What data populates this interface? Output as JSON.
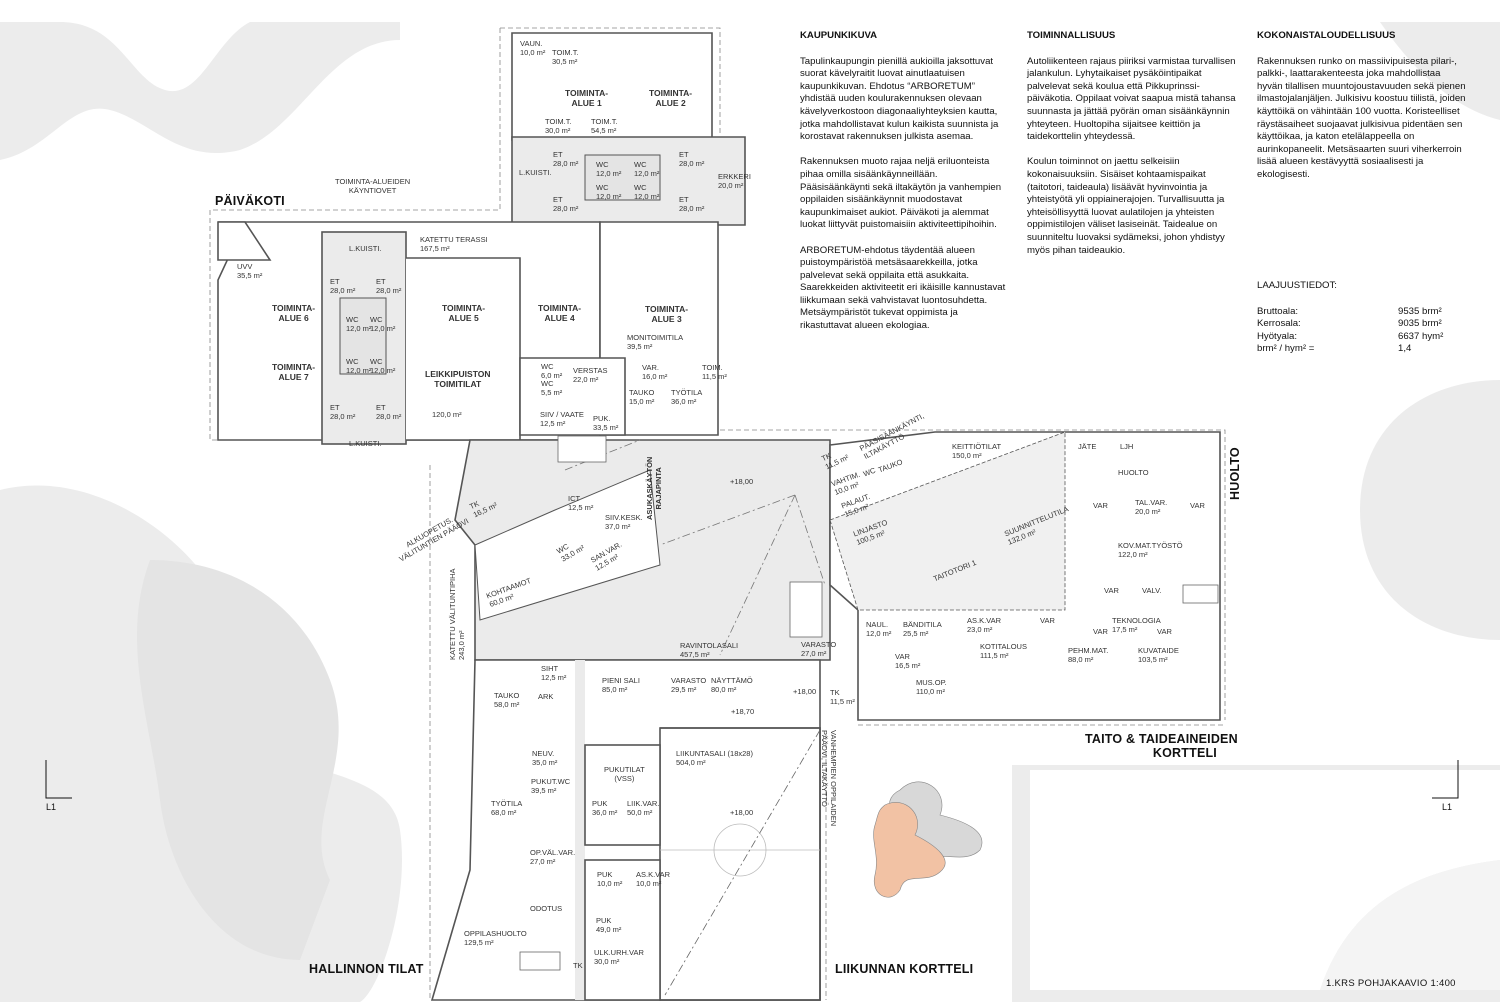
{
  "texts": {
    "kaupunkikuva": {
      "title": "KAUPUNKIKUVA",
      "p1": "Tapulinkaupungin pienillä aukioilla jaksottuvat suorat kävelyraitit luovat ainutlaatuisen kaupunkikuvan. Ehdotus “ARBORETUM” yhdistää uuden koulurakennuksen olevaan kävelyverkostoon diagonaaliyhteyksien kautta, jotka mahdollistavat kulun kaikista suunnista ja korostavat rakennuksen julkista asemaa.",
      "p2": "Rakennuksen muoto rajaa neljä eriluonteista pihaa omilla sisäänkäynneillään. Pääsisäänkäynti sekä iltakäytön ja vanhempien oppilaiden sisäänkäynnit muodostavat kaupunkimaiset aukiot. Päiväkoti ja alemmat luokat liittyvät puistomaisiin aktiviteettipihoihin.",
      "p3": "ARBORETUM-ehdotus täydentää alueen puistoympäristöä metsäsaarekkeilla, jotka palvelevat sekä oppilaita että asukkaita. Saarekkeiden aktiviteetit eri ikäisille kannustavat liikkumaan sekä vahvistavat luontosuhdetta. Metsäympäristöt tukevat oppimista ja rikastuttavat alueen ekologiaa."
    },
    "toiminnallisuus": {
      "title": "TOIMINNALLISUUS",
      "p1": "Autoliikenteen rajaus piiriksi varmistaa turvallisen jalankulun. Lyhytaikaiset pysäköintipaikat palvelevat sekä koulua että Pikkuprinssi-päiväkotia. Oppilaat voivat saapua mistä tahansa suunnasta ja jättää pyörän oman sisäänkäynnin yhteyteen. Huoltopiha sijaitsee keittiön ja taidekorttelin yhteydessä.",
      "p2": "Koulun toiminnot on jaettu selkeisiin kokonaisuuksiin. Sisäiset kohtaamispaikat (taitotori, taideaula) lisäävät hyvinvointia ja yhteistyötä yli oppiainerajojen. Turvallisuutta ja yhteisöllisyyttä luovat aulatilojen ja yhteisten oppimistilojen väliset lasiseinät. Taidealue on suunniteltu luovaksi sydämeksi, johon yhdistyy myös pihan taideaukio."
    },
    "kokonaistaloudellisuus": {
      "title": "KOKONAISTALOUDELLISUUS",
      "p1": "Rakennuksen runko on massiivipuisesta pilari-, palkki-, laattarakenteesta joka mahdollistaa hyvän tilallisen muuntojoustavuuden sekä pienen ilmastojalanjäljen. Julkisivu koostuu tiilistä, joiden käyttöikä on vähintään 100 vuotta. Koristeelliset räystäsaiheet suojaavat julkisivua pidentäen sen käyttöikaa, ja katon etelälappeella on aurinkopaneelit. Metsäsaarten suuri viherkerroin lisää alueen kestävyyttä sosiaalisesti ja ekologisesti."
    },
    "laajuus": {
      "title": "LAAJUUSTIEDOT:",
      "bruttoala_k": "Bruttoala:",
      "bruttoala_v": "9535 brm²",
      "kerrosala_k": "Kerrosala:",
      "kerrosala_v": "9035 brm²",
      "hyotyala_k": "Hyötyala:",
      "hyotyala_v": "6637 hym²",
      "suhde_k": "brm² / hym² =",
      "suhde_v": "1,4"
    }
  },
  "wings": {
    "paivakoti": "PÄIVÄKOTI",
    "huolto": "HUOLTO",
    "taito1": "TAITO & TAIDEAINEIDEN",
    "taito2": "KORTTELI",
    "hallinto": "HALLINNON TILAT",
    "liikunta": "LIIKUNNAN KORTTELI"
  },
  "notes": {
    "kayntiovet1": "TOIMINTA-ALUEIDEN",
    "kayntiovet2": "KÄYNTIOVET",
    "alkuopetus1": "ALKUOPETUS.",
    "alkuopetus2": "VÄLITUNTIEN PÄÄOVI",
    "paasisaankaynti1": "PÄÄSISÄÄNKÄYNTI,",
    "paasisaankaynti2": "ILTAKÄYTTÖ",
    "asukas1": "ASUKASKÄYTÖN",
    "asukas2": "RAJAPINTA",
    "vanhempien1": "VANHEMPIEN OPPILAIDEN",
    "vanhempien2": "PÄÄOVI, ILTAKÄYTTÖ",
    "lvl1": "+18,00",
    "lvl2": "+18,00",
    "lvl3": "+18,70",
    "lvl4": "+18,00",
    "caption": "1.KRS  POHJAKAAVIO  1:400",
    "section_left": "L1",
    "section_right": "L1"
  },
  "rooms": {
    "vaun": {
      "n": "VAUN.",
      "a": "10,0 m²"
    },
    "toimt1": {
      "n": "TOIM.T.",
      "a": "30,5 m²"
    },
    "alue1": {
      "n": "TOIMINTA-",
      "a": "ALUE 1"
    },
    "alue2": {
      "n": "TOIMINTA-",
      "a": "ALUE 2"
    },
    "toimt2": {
      "n": "TOIM.T.",
      "a": "30,0 m²"
    },
    "toimt3": {
      "n": "TOIM.T.",
      "a": "54,5 m²"
    },
    "et_t1": {
      "n": "ET",
      "a": "28,0 m²"
    },
    "et_t2": {
      "n": "ET",
      "a": "28,0 m²"
    },
    "et_t3": {
      "n": "ET",
      "a": "28,0 m²"
    },
    "et_t4": {
      "n": "ET",
      "a": "28,0 m²"
    },
    "wc_t1": {
      "n": "WC",
      "a": "12,0 m²"
    },
    "wc_t2": {
      "n": "WC",
      "a": "12,0 m²"
    },
    "wc_t3": {
      "n": "WC",
      "a": "12,0 m²"
    },
    "wc_t4": {
      "n": "WC",
      "a": "12,0 m²"
    },
    "lkuisti_t": {
      "n": "L.KUISTI.",
      "a": ""
    },
    "erkkeri": {
      "n": "ERKKERI",
      "a": "20,0 m²"
    },
    "terassi": {
      "n": "KATETTU TERASSI",
      "a": "167,5 m²"
    },
    "lkuisti_1": {
      "n": "L.KUISTI.",
      "a": ""
    },
    "lkuisti_2": {
      "n": "L.KUISTI.",
      "a": ""
    },
    "uvv": {
      "n": "UVV",
      "a": "35,5 m²"
    },
    "et_l1": {
      "n": "ET",
      "a": "28,0 m²"
    },
    "et_l2": {
      "n": "ET",
      "a": "28,0 m²"
    },
    "et_l3": {
      "n": "ET",
      "a": "28,0 m²"
    },
    "et_l4": {
      "n": "ET",
      "a": "28,0 m²"
    },
    "wc_l1": {
      "n": "WC",
      "a": "12,0 m²"
    },
    "wc_l2": {
      "n": "WC",
      "a": "12,0 m²"
    },
    "wc_l3": {
      "n": "WC",
      "a": "12,0 m²"
    },
    "wc_l4": {
      "n": "WC",
      "a": "12,0 m²"
    },
    "alue6": {
      "n": "TOIMINTA-",
      "a": "ALUE 6"
    },
    "alue7": {
      "n": "TOIMINTA-",
      "a": "ALUE 7"
    },
    "alue5": {
      "n": "TOIMINTA-",
      "a": "ALUE 5"
    },
    "alue4": {
      "n": "TOIMINTA-",
      "a": "ALUE 4"
    },
    "alue3": {
      "n": "TOIMINTA-",
      "a": "ALUE 3"
    },
    "leikkipuisto": {
      "n": "LEIKKIPUISTON",
      "a": "TOIMITILAT"
    },
    "leikkipuisto_a": {
      "n": "120,0 m²",
      "a": ""
    },
    "monitoimi": {
      "n": "MONITOIMITILA",
      "a": "39,5 m²"
    },
    "wc_6": {
      "n": "WC",
      "a": "6,0 m²"
    },
    "wc_55": {
      "n": "WC",
      "a": "5,5 m²"
    },
    "verstas": {
      "n": "VERSTAS",
      "a": "22,0 m²"
    },
    "var16": {
      "n": "VAR.",
      "a": "16,0 m²"
    },
    "toim115": {
      "n": "TOIM.",
      "a": "11,5 m²"
    },
    "tauko15": {
      "n": "TAUKO",
      "a": "15,0 m²"
    },
    "tyotila36": {
      "n": "TYÖTILA",
      "a": "36,0 m²"
    },
    "siiv": {
      "n": "SIIV / VAATE",
      "a": "12,5 m²"
    },
    "puk335": {
      "n": "PUK.",
      "a": "33,5 m²"
    },
    "tk165": {
      "n": "TK",
      "a": "16,5 m²"
    },
    "ict": {
      "n": "ICT",
      "a": "12,5 m²"
    },
    "siivkesk": {
      "n": "SIIV.KESK.",
      "a": "37,0 m²"
    },
    "wc33": {
      "n": "WC",
      "a": "33,0 m²"
    },
    "sanvar": {
      "n": "SAN.VAR.",
      "a": "12,5 m²"
    },
    "kohtaamot": {
      "n": "KOHTAAMOT",
      "a": "60,0 m²"
    },
    "valituntipiha": {
      "n": "KATETTU VÄLITUNTIPIHA",
      "a": "243,0 m²"
    },
    "ravintolasali": {
      "n": "RAVINTOLASALI",
      "a": "457,5 m²"
    },
    "varasto27": {
      "n": "VARASTO",
      "a": "27,0 m²"
    },
    "tk115a": {
      "n": "TK",
      "a": "11,5 m²"
    },
    "keittio": {
      "n": "KEITTIÖTILAT",
      "a": "150,0 m²"
    },
    "jate": {
      "n": "JÄTE",
      "a": ""
    },
    "ljh": {
      "n": "LJH",
      "a": ""
    },
    "huolto_r": {
      "n": "HUOLTO",
      "a": ""
    },
    "vahtim": {
      "n": "VAHTIM.",
      "a": "10,0 m²"
    },
    "wc_k": {
      "n": "WC",
      "a": ""
    },
    "tauko_k": {
      "n": "TAUKO",
      "a": ""
    },
    "palaut": {
      "n": "PALAUT.",
      "a": "15,0 m²"
    },
    "linjasto": {
      "n": "LINJASTO",
      "a": "100,5 m²"
    },
    "suunnittelu": {
      "n": "SUUNNITTELUTILA",
      "a": "132,0 m²"
    },
    "taitotori": {
      "n": "TAITOTORI 1",
      "a": ""
    },
    "var_h1": {
      "n": "VAR",
      "a": ""
    },
    "talvar": {
      "n": "TAL.VAR.",
      "a": "20,0 m²"
    },
    "var_h2": {
      "n": "VAR",
      "a": ""
    },
    "kovmat": {
      "n": "KOV.MAT.TYÖSTÖ",
      "a": "122,0 m²"
    },
    "var_h3": {
      "n": "VAR",
      "a": ""
    },
    "valv": {
      "n": "VALV.",
      "a": ""
    },
    "naul": {
      "n": "NAUL.",
      "a": "12,0 m²"
    },
    "banditila": {
      "n": "BÄNDITILA",
      "a": "25,5 m²"
    },
    "askvar23": {
      "n": "AS.K.VAR",
      "a": "23,0 m²"
    },
    "var_t1": {
      "n": "VAR",
      "a": ""
    },
    "var_t2": {
      "n": "VAR",
      "a": ""
    },
    "teknologia": {
      "n": "TEKNOLOGIA",
      "a": "17,5 m²"
    },
    "var_t3": {
      "n": "VAR",
      "a": ""
    },
    "kotitalous": {
      "n": "KOTITALOUS",
      "a": "111,5 m²"
    },
    "pehmmat": {
      "n": "PEHM.MAT.",
      "a": "88,0 m²"
    },
    "kuvataide": {
      "n": "KUVATAIDE",
      "a": "103,5 m²"
    },
    "var165": {
      "n": "VAR",
      "a": "16,5 m²"
    },
    "musop": {
      "n": "MUS.OP.",
      "a": "110,0 m²"
    },
    "tk115b": {
      "n": "TK",
      "a": "11,5 m²"
    },
    "siht": {
      "n": "SIHT",
      "a": "12,5 m²"
    },
    "ark": {
      "n": "ARK",
      "a": ""
    },
    "tauko58": {
      "n": "TAUKO",
      "a": "58,0 m²"
    },
    "pienisali": {
      "n": "PIENI SALI",
      "a": "85,0 m²"
    },
    "varasto295": {
      "n": "VARASTO",
      "a": "29,5 m²"
    },
    "nayttamo": {
      "n": "NÄYTTÄMÖ",
      "a": "80,0 m²"
    },
    "neuv": {
      "n": "NEUV.",
      "a": "35,0 m²"
    },
    "liikuntasali": {
      "n": "LIIKUNTASALI (18x28)",
      "a": "504,0 m²"
    },
    "pukutilat": {
      "n": "PUKUTILAT",
      "a": "(VSS)"
    },
    "pukutwc": {
      "n": "PUKUT.WC",
      "a": "39,5 m²"
    },
    "tyotila68": {
      "n": "TYÖTILA",
      "a": "68,0 m²"
    },
    "puk36": {
      "n": "PUK",
      "a": "36,0 m²"
    },
    "liikvar": {
      "n": "LIIK.VAR.",
      "a": "50,0 m²"
    },
    "opvalvar": {
      "n": "OP.VÄL.VAR.",
      "a": "27,0 m²"
    },
    "puk10": {
      "n": "PUK",
      "a": "10,0 m²"
    },
    "askvar10": {
      "n": "AS.K.VAR",
      "a": "10,0 m²"
    },
    "odotus": {
      "n": "ODOTUS",
      "a": ""
    },
    "puk49": {
      "n": "PUK",
      "a": "49,0 m²"
    },
    "oppilashuolto": {
      "n": "OPPILASHUOLTO",
      "a": "129,5 m²"
    },
    "ulkurhvar": {
      "n": "ULK.URH.VAR",
      "a": "30,0 m²"
    },
    "tk_b": {
      "n": "TK",
      "a": ""
    }
  },
  "colors": {
    "park": "#ececec",
    "corridor": "#e9e9e9",
    "wall": "#555555",
    "accent": "#f2c2a4"
  }
}
